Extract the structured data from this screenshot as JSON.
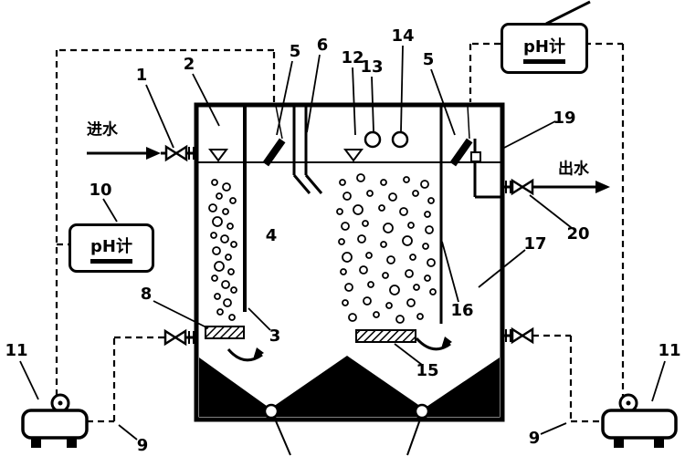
{
  "diagram": {
    "inlet_label": "进水",
    "outlet_label": "出水",
    "ph_meter_label": "pH计"
  },
  "ref_numbers": {
    "n1": "1",
    "n2": "2",
    "n3": "3",
    "n4": "4",
    "n5": "5",
    "n6": "6",
    "n8": "8",
    "n9": "9",
    "n10": "10",
    "n11": "11",
    "n12": "12",
    "n13": "13",
    "n14": "14",
    "n15": "15",
    "n16": "16",
    "n17": "17",
    "n19": "19",
    "n20": "20"
  },
  "colors": {
    "line": "#000000",
    "background": "#ffffff"
  }
}
